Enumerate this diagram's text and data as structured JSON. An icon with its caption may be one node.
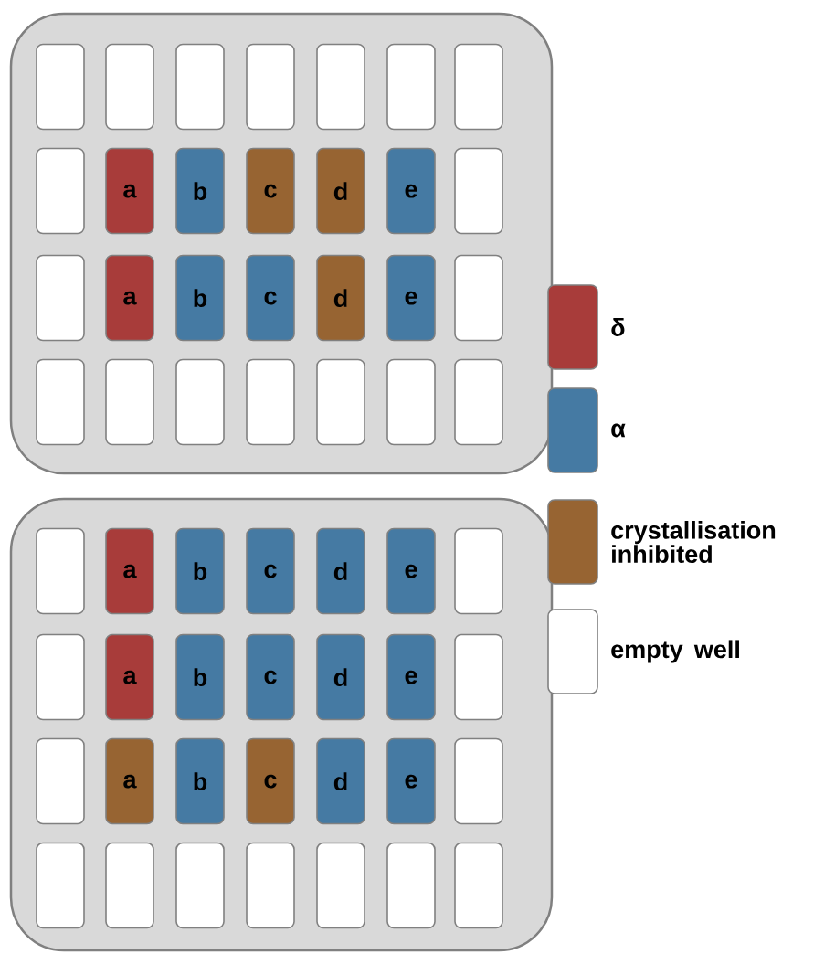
{
  "diagram": {
    "nodes": [
      {
        "text": [],
        "shape": "box"
      },
      {
        "text": [],
        "shape": "box",
        "in": 0
      },
      {
        "text": [],
        "shape": "box",
        "in": 0
      },
      {
        "text": [],
        "shape": "box",
        "in": 0
      },
      {
        "text": [],
        "shape": "box",
        "in": 0
      },
      {
        "text": [],
        "shape": "box",
        "in": 0
      },
      {
        "text": [],
        "shape": "box",
        "in": 0
      },
      {
        "text": [],
        "shape": "box",
        "in": 0
      },
      {
        "text": [],
        "shape": "box",
        "in": 0
      },
      {
        "text": [
          "a"
        ],
        "in": 0
      },
      {
        "text": [
          "b"
        ],
        "in": 0
      },
      {
        "text": [
          "c"
        ],
        "in": 0
      },
      {
        "text": [
          "d"
        ],
        "in": 0
      },
      {
        "text": [
          "e"
        ],
        "in": 0
      },
      {
        "text": [],
        "shape": "box",
        "in": 0
      },
      {
        "text": [],
        "shape": "box",
        "in": 0
      },
      {
        "text": [
          "a"
        ],
        "in": 0
      },
      {
        "text": [
          "b"
        ],
        "in": 0
      },
      {
        "text": [
          "c"
        ],
        "in": 0
      },
      {
        "text": [
          "d"
        ],
        "in": 0
      },
      {
        "text": [
          "e"
        ],
        "in": 0
      },
      {
        "text": [],
        "shape": "box",
        "in": 0
      },
      {
        "text": [],
        "shape": "box",
        "in": 0
      },
      {
        "text": [],
        "shape": "box",
        "in": 0
      },
      {
        "text": [],
        "shape": "box",
        "in": 0
      },
      {
        "text": [],
        "shape": "box",
        "in": 0
      },
      {
        "text": [],
        "shape": "box",
        "in": 0
      },
      {
        "text": [],
        "shape": "box",
        "in": 0
      },
      {
        "text": [],
        "shape": "box",
        "in": 0
      },
      {
        "text": [],
        "shape": "box"
      },
      {
        "text": [],
        "shape": "box",
        "in": 29
      },
      {
        "text": [
          "a"
        ],
        "in": 29
      },
      {
        "text": [
          "b"
        ],
        "in": 29
      },
      {
        "text": [
          "c"
        ],
        "in": 29
      },
      {
        "text": [
          "d"
        ],
        "in": 29
      },
      {
        "text": [
          "e"
        ],
        "in": 29
      },
      {
        "text": [],
        "shape": "box",
        "in": 29
      },
      {
        "text": [],
        "shape": "box",
        "in": 29
      },
      {
        "text": [
          "a"
        ],
        "in": 29
      },
      {
        "text": [
          "b"
        ],
        "in": 29
      },
      {
        "text": [
          "c"
        ],
        "in": 29
      },
      {
        "text": [
          "d"
        ],
        "in": 29
      },
      {
        "text": [
          "e"
        ],
        "in": 29
      },
      {
        "text": [],
        "shape": "box",
        "in": 29
      },
      {
        "text": [],
        "shape": "box",
        "in": 29
      },
      {
        "text": [
          "a"
        ],
        "in": 29
      },
      {
        "text": [
          "b"
        ],
        "in": 29
      },
      {
        "text": [
          "c"
        ],
        "in": 29
      },
      {
        "text": [
          "d"
        ],
        "in": 29
      },
      {
        "text": [
          "e"
        ],
        "in": 29
      },
      {
        "text": [],
        "shape": "box",
        "in": 29
      },
      {
        "text": [],
        "shape": "box",
        "in": 29
      },
      {
        "text": [],
        "shape": "box",
        "in": 29
      },
      {
        "text": [],
        "shape": "box",
        "in": 29
      },
      {
        "text": [],
        "shape": "box",
        "in": 29
      },
      {
        "text": [],
        "shape": "box",
        "in": 29
      },
      {
        "text": [],
        "shape": "box",
        "in": 29
      },
      {
        "text": [],
        "shape": "box",
        "in": 29
      }
    ],
    "legend": [
      {
        "text": "δ",
        "color": "#a83c3a"
      },
      {
        "text": "α",
        "color": "#457aa3"
      },
      {
        "text": "crystallisation inhibited",
        "color": "#976432"
      },
      {
        "text": "empty well"
      }
    ]
  }
}
